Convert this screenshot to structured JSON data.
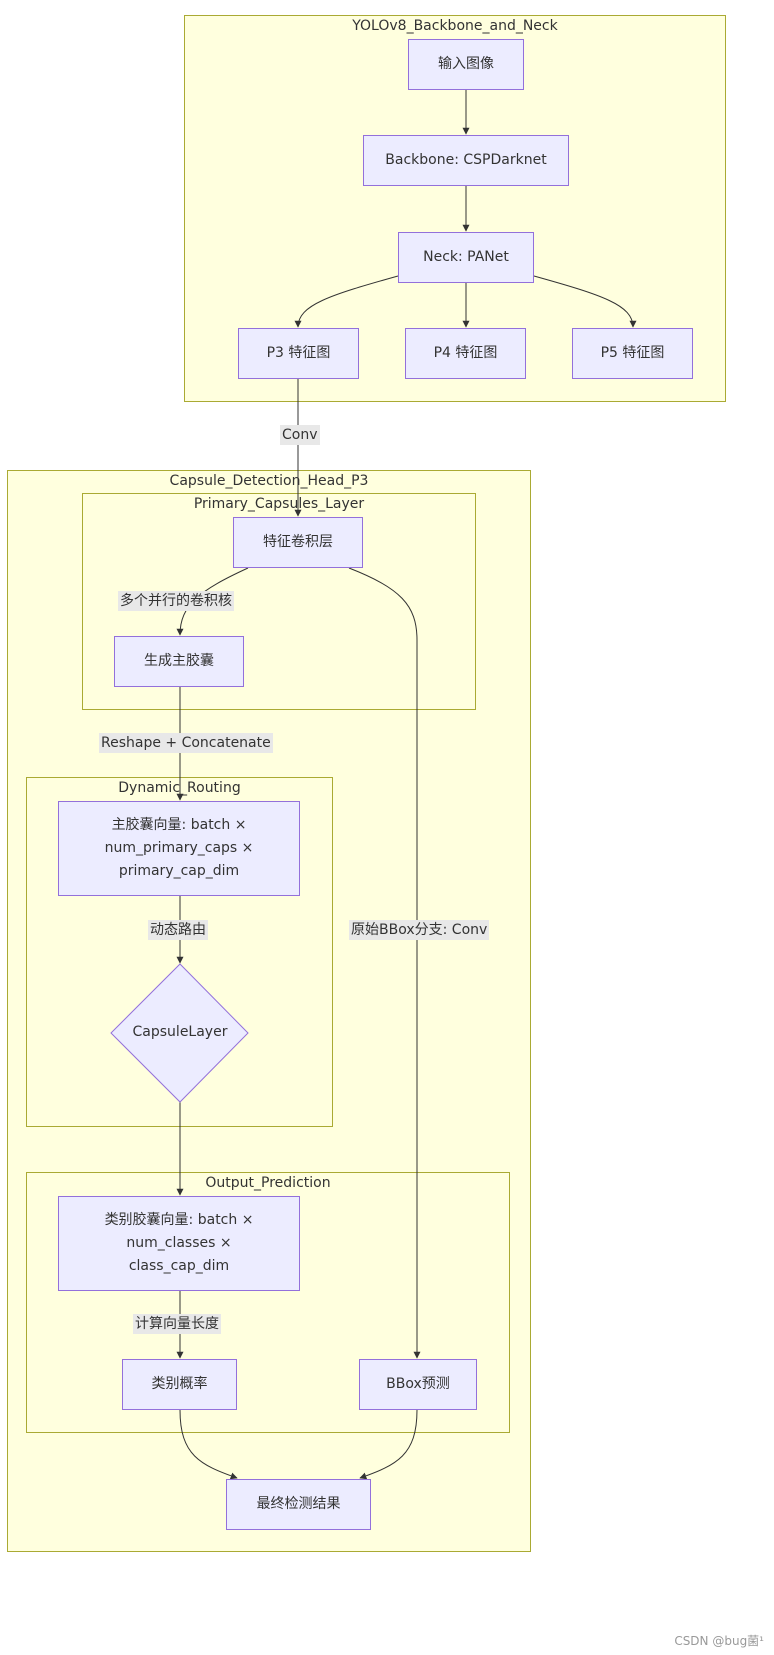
{
  "clusters": {
    "backbone": "YOLOv8_Backbone_and_Neck",
    "head": "Capsule_Detection_Head_P3",
    "primary": "Primary_Capsules_Layer",
    "routing": "Dynamic_Routing",
    "output": "Output_Prediction"
  },
  "nodes": {
    "input_image": "输入图像",
    "backbone": "Backbone: CSPDarknet",
    "neck": "Neck: PANet",
    "p3": "P3 特征图",
    "p4": "P4 特征图",
    "p5": "P5 特征图",
    "feature_conv": "特征卷积层",
    "gen_primary": "生成主胶囊",
    "primary_vec_1": "主胶囊向量: batch ×",
    "primary_vec_2": "num_primary_caps ×",
    "primary_vec_3": "primary_cap_dim",
    "capsule_layer": "CapsuleLayer",
    "class_vec_1": "类别胶囊向量: batch ×",
    "class_vec_2": "num_classes ×",
    "class_vec_3": "class_cap_dim",
    "class_prob": "类别概率",
    "bbox_pred": "BBox预测",
    "final": "最终检测结果"
  },
  "edge_labels": {
    "conv": "Conv",
    "multi_kernel": "多个并行的卷积核",
    "reshape": "Reshape + Concatenate",
    "dynamic_routing": "动态路由",
    "bbox_branch": "原始BBox分支: Conv",
    "vector_length": "计算向量长度"
  },
  "watermark": "CSDN @bug菌¹",
  "colors": {
    "cluster_fill": "#ffffde",
    "cluster_stroke": "#aaaa33",
    "node_fill": "#ececff",
    "node_stroke": "#9370db",
    "edge": "#333333",
    "edge_label_bg": "#e8e8e8"
  }
}
